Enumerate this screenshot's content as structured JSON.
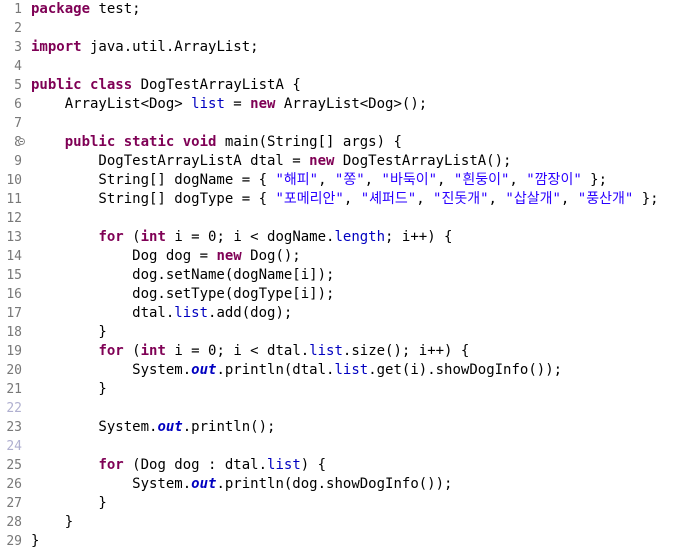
{
  "editor": {
    "lines": [
      {
        "n": "1",
        "tokens": [
          {
            "t": "package",
            "c": "kw"
          },
          {
            "t": " test;"
          }
        ]
      },
      {
        "n": "2",
        "tokens": []
      },
      {
        "n": "3",
        "tokens": [
          {
            "t": "import",
            "c": "kw"
          },
          {
            "t": " java.util.ArrayList;"
          }
        ]
      },
      {
        "n": "4",
        "tokens": []
      },
      {
        "n": "5",
        "tokens": [
          {
            "t": "public",
            "c": "kw"
          },
          {
            "t": " "
          },
          {
            "t": "class",
            "c": "kw"
          },
          {
            "t": " DogTestArrayListA {"
          }
        ]
      },
      {
        "n": "6",
        "tokens": [
          {
            "t": "    ArrayList<Dog> "
          },
          {
            "t": "list",
            "c": "fld"
          },
          {
            "t": " = "
          },
          {
            "t": "new",
            "c": "kw"
          },
          {
            "t": " ArrayList<Dog>();"
          }
        ]
      },
      {
        "n": "7",
        "tokens": []
      },
      {
        "n": "8",
        "fold": true,
        "tokens": [
          {
            "t": "    "
          },
          {
            "t": "public",
            "c": "kw"
          },
          {
            "t": " "
          },
          {
            "t": "static",
            "c": "kw"
          },
          {
            "t": " "
          },
          {
            "t": "void",
            "c": "kw"
          },
          {
            "t": " main(String[] args) {"
          }
        ]
      },
      {
        "n": "9",
        "tokens": [
          {
            "t": "        DogTestArrayListA dtal = "
          },
          {
            "t": "new",
            "c": "kw"
          },
          {
            "t": " DogTestArrayListA();"
          }
        ]
      },
      {
        "n": "10",
        "tokens": [
          {
            "t": "        String[] dogName = { "
          },
          {
            "t": "\"해피\"",
            "c": "str"
          },
          {
            "t": ", "
          },
          {
            "t": "\"쫑\"",
            "c": "str"
          },
          {
            "t": ", "
          },
          {
            "t": "\"바둑이\"",
            "c": "str"
          },
          {
            "t": ", "
          },
          {
            "t": "\"흰둥이\"",
            "c": "str"
          },
          {
            "t": ", "
          },
          {
            "t": "\"깜장이\"",
            "c": "str"
          },
          {
            "t": " };"
          }
        ]
      },
      {
        "n": "11",
        "tokens": [
          {
            "t": "        String[] dogType = { "
          },
          {
            "t": "\"포메리안\"",
            "c": "str"
          },
          {
            "t": ", "
          },
          {
            "t": "\"셰퍼드\"",
            "c": "str"
          },
          {
            "t": ", "
          },
          {
            "t": "\"진돗개\"",
            "c": "str"
          },
          {
            "t": ", "
          },
          {
            "t": "\"삽살개\"",
            "c": "str"
          },
          {
            "t": ", "
          },
          {
            "t": "\"풍산개\"",
            "c": "str"
          },
          {
            "t": " };"
          }
        ]
      },
      {
        "n": "12",
        "tokens": []
      },
      {
        "n": "13",
        "tokens": [
          {
            "t": "        "
          },
          {
            "t": "for",
            "c": "kw"
          },
          {
            "t": " ("
          },
          {
            "t": "int",
            "c": "kw"
          },
          {
            "t": " i = 0; i < dogName."
          },
          {
            "t": "length",
            "c": "fld"
          },
          {
            "t": "; i++) {"
          }
        ]
      },
      {
        "n": "14",
        "tokens": [
          {
            "t": "            Dog dog = "
          },
          {
            "t": "new",
            "c": "kw"
          },
          {
            "t": " Dog();"
          }
        ]
      },
      {
        "n": "15",
        "tokens": [
          {
            "t": "            dog.setName(dogName[i]);"
          }
        ]
      },
      {
        "n": "16",
        "tokens": [
          {
            "t": "            dog.setType(dogType[i]);"
          }
        ]
      },
      {
        "n": "17",
        "tokens": [
          {
            "t": "            dtal."
          },
          {
            "t": "list",
            "c": "fld"
          },
          {
            "t": ".add(dog);"
          }
        ]
      },
      {
        "n": "18",
        "tokens": [
          {
            "t": "        }"
          }
        ]
      },
      {
        "n": "19",
        "tokens": [
          {
            "t": "        "
          },
          {
            "t": "for",
            "c": "kw"
          },
          {
            "t": " ("
          },
          {
            "t": "int",
            "c": "kw"
          },
          {
            "t": " i = 0; i < dtal."
          },
          {
            "t": "list",
            "c": "fld"
          },
          {
            "t": ".size(); i++) {"
          }
        ]
      },
      {
        "n": "20",
        "tokens": [
          {
            "t": "            System."
          },
          {
            "t": "out",
            "c": "sfld"
          },
          {
            "t": ".println(dtal."
          },
          {
            "t": "list",
            "c": "fld"
          },
          {
            "t": ".get(i).showDogInfo());"
          }
        ]
      },
      {
        "n": "21",
        "tokens": [
          {
            "t": "        }"
          }
        ]
      },
      {
        "n": "22",
        "hl": true,
        "tokens": []
      },
      {
        "n": "23",
        "tokens": [
          {
            "t": "        System."
          },
          {
            "t": "out",
            "c": "sfld"
          },
          {
            "t": ".println();"
          }
        ]
      },
      {
        "n": "24",
        "hl": true,
        "tokens": []
      },
      {
        "n": "25",
        "tokens": [
          {
            "t": "        "
          },
          {
            "t": "for",
            "c": "kw"
          },
          {
            "t": " (Dog dog : dtal."
          },
          {
            "t": "list",
            "c": "fld"
          },
          {
            "t": ") {"
          }
        ]
      },
      {
        "n": "26",
        "tokens": [
          {
            "t": "            System."
          },
          {
            "t": "out",
            "c": "sfld"
          },
          {
            "t": ".println(dog.showDogInfo());"
          }
        ]
      },
      {
        "n": "27",
        "tokens": [
          {
            "t": "        }"
          }
        ]
      },
      {
        "n": "28",
        "tokens": [
          {
            "t": "    }"
          }
        ]
      },
      {
        "n": "29",
        "tokens": [
          {
            "t": "}"
          }
        ]
      }
    ]
  }
}
